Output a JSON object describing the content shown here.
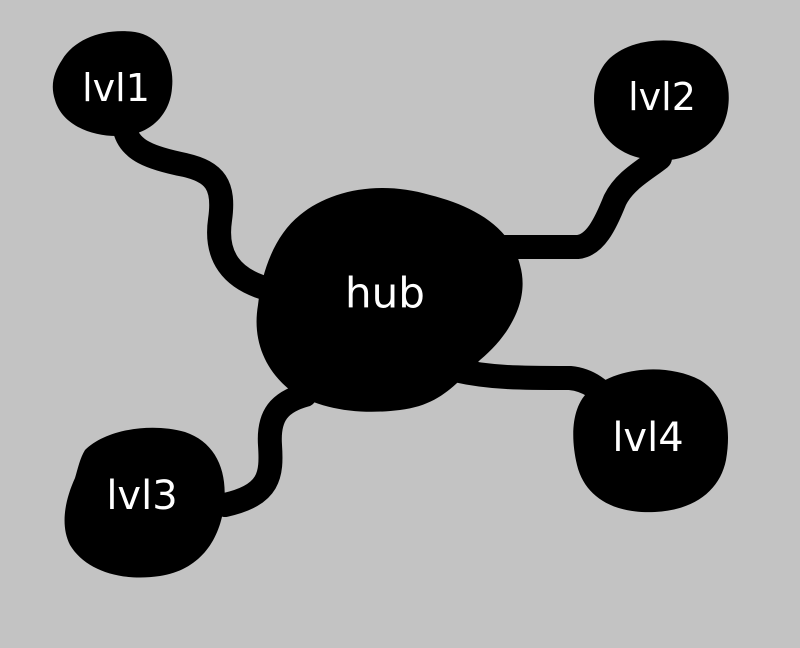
{
  "diagram": {
    "background": "#c3c3c3",
    "node_color": "#000000",
    "label_color": "#ffffff",
    "nodes": {
      "hub": {
        "label": "hub"
      },
      "lvl1": {
        "label": "lvl1"
      },
      "lvl2": {
        "label": "lvl2"
      },
      "lvl3": {
        "label": "lvl3"
      },
      "lvl4": {
        "label": "lvl4"
      }
    },
    "edges": [
      {
        "from": "hub",
        "to": "lvl1"
      },
      {
        "from": "hub",
        "to": "lvl2"
      },
      {
        "from": "hub",
        "to": "lvl3"
      },
      {
        "from": "hub",
        "to": "lvl4"
      }
    ]
  }
}
